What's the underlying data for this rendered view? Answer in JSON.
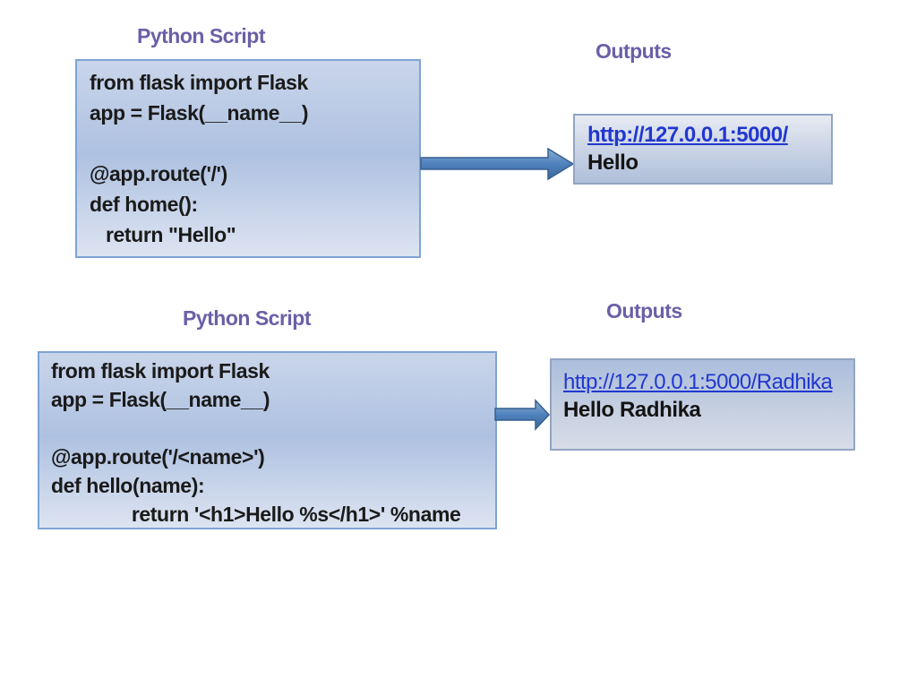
{
  "slide": {
    "colors": {
      "background": "#ffffff",
      "title_purple": "#6b5fa7",
      "hyperlink_blue": "#2137d0",
      "code_text": "#1a1a1a",
      "box_fill_light": "#c9d5ea",
      "box_border_blue": "#7ea3d4",
      "arrow_fill": "#4f81bd",
      "arrow_stroke": "#365f91"
    }
  },
  "sections": [
    {
      "script_title": "Python Script",
      "output_title": "Outputs",
      "code_lines": [
        "from flask import Flask",
        "app = Flask(__name__)",
        " ",
        "@app.route('/')",
        "def home():",
        "   return \"Hello\""
      ],
      "output": {
        "url": "http://127.0.0.1:5000/",
        "result": "Hello"
      }
    },
    {
      "script_title": "Python Script",
      "output_title": "Outputs",
      "code_lines": [
        "from flask import Flask",
        "app = Flask(__name__)",
        " ",
        "@app.route('/<name>')",
        "def hello(name):",
        "               return '<h1>Hello %s</h1>' %name"
      ],
      "output": {
        "url": "http://127.0.0.1:5000/Radhika",
        "result": "Hello Radhika"
      }
    }
  ]
}
